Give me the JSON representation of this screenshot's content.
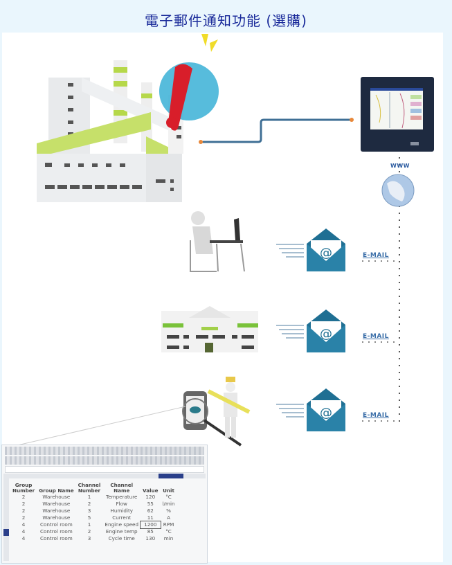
{
  "page": {
    "title": "電子郵件通知功能 (選購)"
  },
  "colors": {
    "title": "#1a2a9a",
    "page_background": "#eaf6fd",
    "connector_line": "#3f6f95",
    "connector_endpoint": "#e8883a",
    "envelope": "#1f6f93",
    "factory_accent": "#b6d84a"
  },
  "diagram": {
    "source": {
      "name": "factory",
      "alert": "thermometer-alert"
    },
    "recorder": {
      "name": "paperless-recorder"
    },
    "network": {
      "label": "WWW"
    },
    "recipients": [
      {
        "name": "office-worker",
        "email_label": "E-MAIL"
      },
      {
        "name": "building",
        "email_label": "E-MAIL"
      },
      {
        "name": "mobile-engineer",
        "email_label": "E-MAIL"
      }
    ]
  },
  "spreadsheet": {
    "columns": [
      "Group Number",
      "Group Name",
      "Channel Number",
      "Channel Name",
      "Value",
      "Unit"
    ],
    "rows": [
      [
        "2",
        "Warehouse",
        "1",
        "Temperature",
        "120",
        "°C"
      ],
      [
        "2",
        "Warehouse",
        "2",
        "Flow",
        "55",
        "l/min"
      ],
      [
        "2",
        "Warehouse",
        "3",
        "Humidity",
        "62",
        "%"
      ],
      [
        "2",
        "Warehouse",
        "5",
        "Current",
        "11",
        "A"
      ],
      [
        "4",
        "Control room",
        "1",
        "Engine speed",
        "1200",
        "RPM"
      ],
      [
        "4",
        "Control room",
        "2",
        "Engine temp",
        "85",
        "°C"
      ],
      [
        "4",
        "Control room",
        "3",
        "Cycle time",
        "130",
        "min"
      ]
    ],
    "highlighted_cell": {
      "row": 4,
      "column": 4
    }
  }
}
